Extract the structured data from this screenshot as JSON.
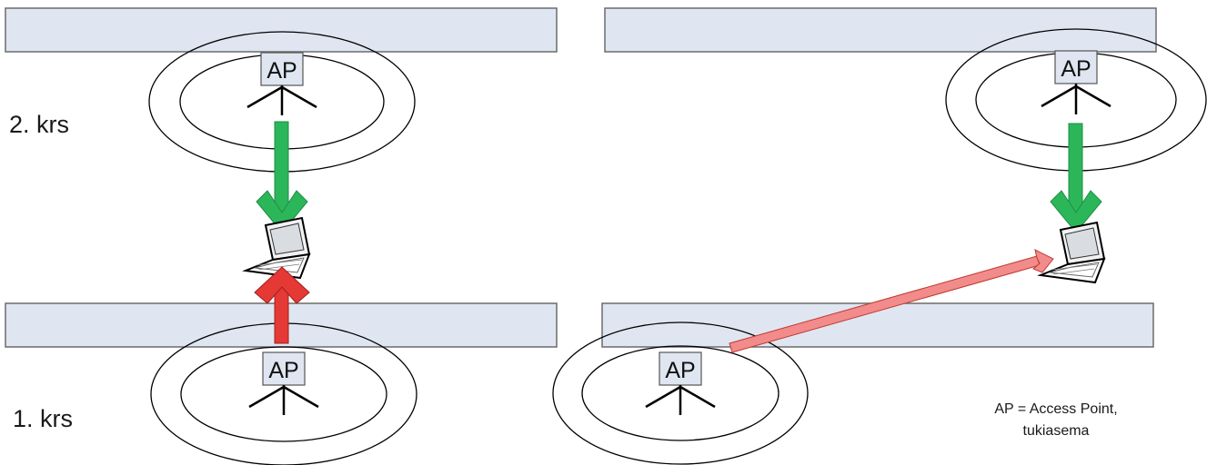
{
  "floors": {
    "upper": "2. krs",
    "lower": "1. krs"
  },
  "access_point_label": "AP",
  "legend": {
    "line1": "AP = Access Point,",
    "line2": "tukiasema"
  },
  "colors": {
    "floor_slab": "#dfe6f1",
    "good_link": "#2cb65a",
    "good_link_light": "#7fd69a",
    "weak_link": "#e53935",
    "weak_link_light": "#f28b8b",
    "ap_box": "#dfe6f1"
  },
  "scenarios": [
    {
      "name_hidden": "left",
      "upper_ap_to_laptop": "good",
      "lower_ap_to_laptop": "strong-vertical"
    },
    {
      "name_hidden": "right",
      "upper_ap_to_laptop": "good",
      "lower_ap_to_laptop": "weak-diagonal"
    }
  ]
}
